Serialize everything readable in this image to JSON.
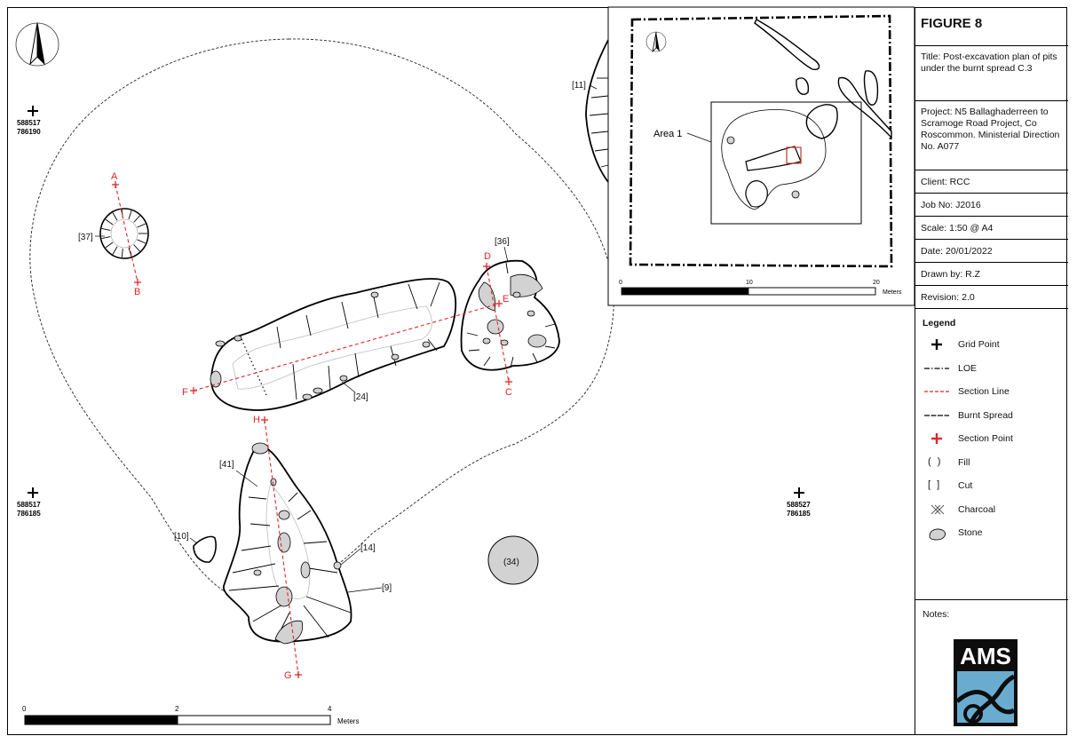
{
  "figure": {
    "number": "FIGURE 8",
    "title": "Title: Post-excavation plan of pits under the burnt spread C.3",
    "project": "Project: N5 Ballaghaderreen to Scramoge Road Project, Co Roscommon. Ministerial Direction No. A077",
    "client": "Client: RCC",
    "job": "Job No: J2016",
    "scale": "Scale: 1:50 @ A4",
    "date": "Date: 20/01/2022",
    "drawn_by": "Drawn by: R.Z",
    "revision": "Revision: 2.0"
  },
  "legend": {
    "title": "Legend",
    "items": [
      {
        "label": "Grid Point",
        "symbol": "grid-point"
      },
      {
        "label": "LOE",
        "symbol": "loe"
      },
      {
        "label": "Section Line",
        "symbol": "section-line"
      },
      {
        "label": "Burnt Spread",
        "symbol": "burnt-spread"
      },
      {
        "label": "Section Point",
        "symbol": "section-point"
      },
      {
        "label": "Fill",
        "symbol": "fill",
        "glyph": "( )"
      },
      {
        "label": "Cut",
        "symbol": "cut",
        "glyph": "[ ]"
      },
      {
        "label": "Charcoal",
        "symbol": "charcoal"
      },
      {
        "label": "Stone",
        "symbol": "stone"
      }
    ]
  },
  "notes": {
    "label": "Notes:"
  },
  "logo": {
    "text": "AMS"
  },
  "colors": {
    "section": "#e0262b",
    "stone": "#d2d2d2",
    "inset_highlight": "#c0392b"
  },
  "grid_points": [
    {
      "e": "588517",
      "n": "786190"
    },
    {
      "e": "588517",
      "n": "786185"
    },
    {
      "e": "588527",
      "n": "786185"
    }
  ],
  "features": {
    "f37": "[37]",
    "f36": "[36]",
    "f24": "[24]",
    "f41": "[41]",
    "f10": "[10]",
    "f14": "[14]",
    "f9": "[9]",
    "f11": "[11]",
    "f34": "(34)"
  },
  "section_points": {
    "a": "A",
    "b": "B",
    "c": "C",
    "d": "D",
    "e": "E",
    "f": "F",
    "g": "G",
    "h": "H"
  },
  "main_scale": {
    "ticks": [
      "0",
      "2",
      "4"
    ],
    "unit": "Meters"
  },
  "inset": {
    "area_label": "Area 1",
    "ticks": [
      "0",
      "10",
      "20"
    ],
    "unit": "Meters"
  }
}
